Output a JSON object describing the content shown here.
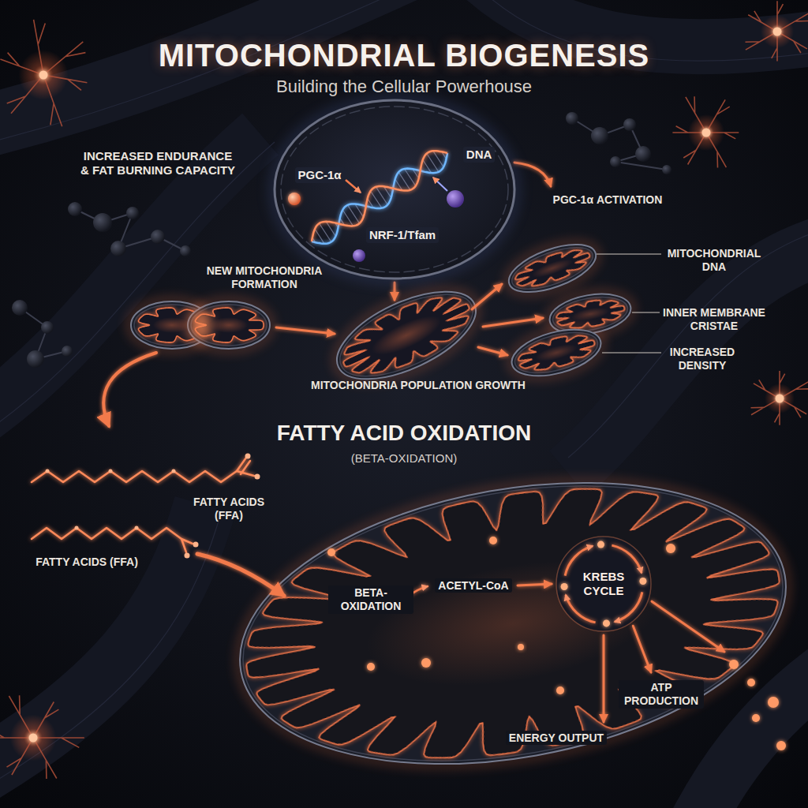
{
  "diagram": {
    "title": "MITOCHONDRIAL BIOGENESIS",
    "nodes": [
      {
        "text": [
          "PGC-1α",
          "DNA",
          "NRF-1/Tfam"
        ]
      },
      {
        "text": [
          "BETA-OXIDATION",
          "ACETYL-CoA"
        ]
      },
      {
        "text": [
          "KREBS CYCLE"
        ],
        "in": 1
      }
    ],
    "labels": [
      "Building the Cellular Powerhouse",
      "INCREASED ENDURANCE & FAT BURNING CAPACITY",
      "PGC-1α ACTIVATION",
      "NEW MITOCHONDRIA FORMATION",
      "MITOCHONDRIAL DNA",
      "INNER MEMBRANE CRISTAE",
      "INCREASED DENSITY",
      "MITOCHONDRIA POPULATION GROWTH",
      "FATTY ACID OXIDATION",
      "(BETA-OXIDATION)",
      "FATTY ACIDS (FFA)",
      "FATTY ACIDS (FFA)",
      "ATP PRODUCTION",
      "ENERGY OUTPUT"
    ]
  }
}
